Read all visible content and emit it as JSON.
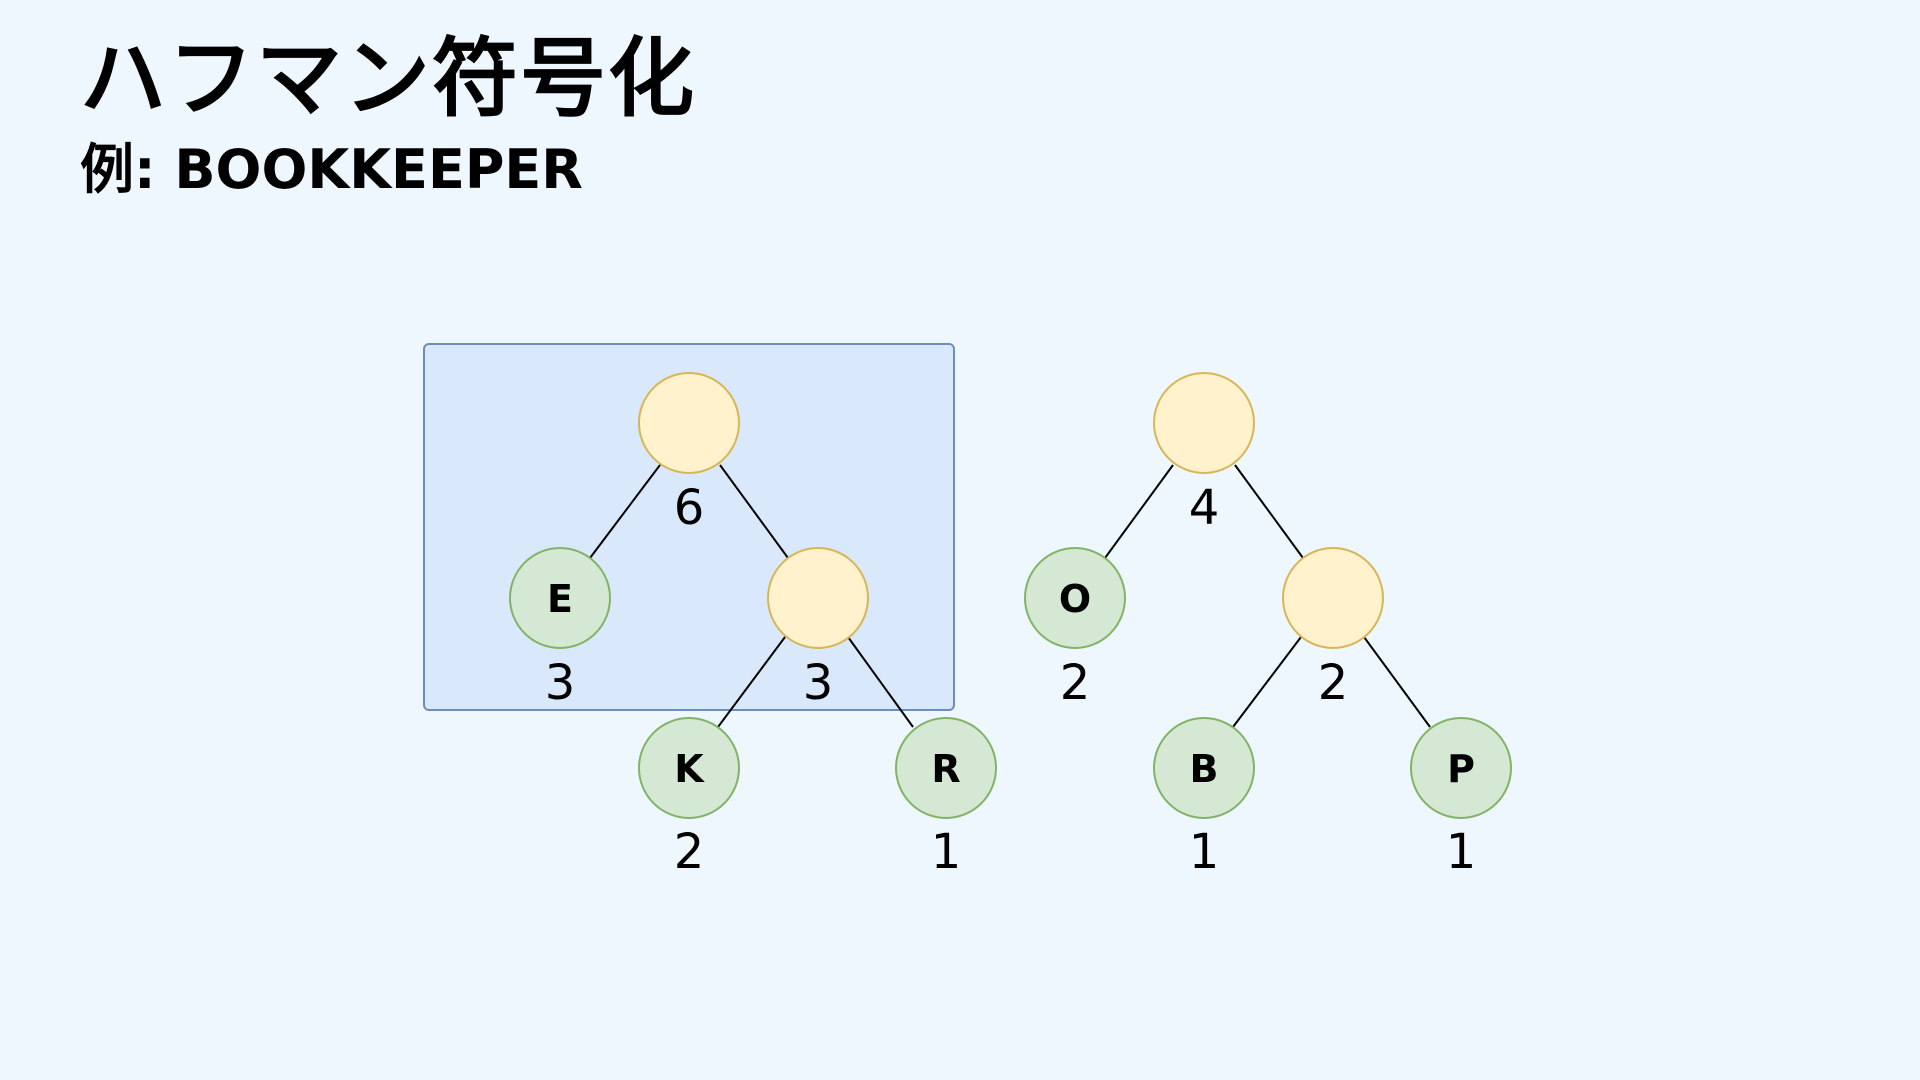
{
  "slide": {
    "title": "ハフマン符号化",
    "subtitle": "例: BOOKKEEPER"
  },
  "trees": [
    {
      "highlighted": true,
      "root": {
        "weight": "6"
      },
      "left_leaf": {
        "letter": "E",
        "weight": "3"
      },
      "internal": {
        "weight": "3"
      },
      "internal_left_leaf": {
        "letter": "K",
        "weight": "2"
      },
      "internal_right_leaf": {
        "letter": "R",
        "weight": "1"
      }
    },
    {
      "highlighted": false,
      "root": {
        "weight": "4"
      },
      "left_leaf": {
        "letter": "O",
        "weight": "2"
      },
      "internal": {
        "weight": "2"
      },
      "internal_left_leaf": {
        "letter": "B",
        "weight": "1"
      },
      "internal_right_leaf": {
        "letter": "P",
        "weight": "1"
      }
    }
  ],
  "colors": {
    "background": "#eff7fe",
    "highlight_fill": "#dae8fc",
    "highlight_stroke": "#6c8ebf",
    "internal_fill": "#fff2cc",
    "internal_stroke": "#d6b656",
    "leaf_fill": "#d5e8d4",
    "leaf_stroke": "#82b366"
  }
}
